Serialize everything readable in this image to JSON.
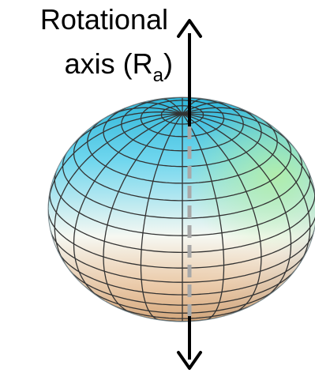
{
  "label": {
    "line1": "Rotational",
    "line2_prefix": "axis (R",
    "line2_subscript": "a",
    "line2_suffix": ")"
  },
  "colors": {
    "top": "#2fb6d9",
    "cyan": "#6fd6ee",
    "green_highlight": "#b8f0a0",
    "white": "#f6f8f2",
    "bottom": "#e2a56d",
    "grid": "#333333",
    "axis": "#000000",
    "hidden_axis": "#a8a8a8"
  },
  "icons": {
    "arrow_up": "arrow-up-icon",
    "arrow_down": "arrow-down-icon"
  }
}
